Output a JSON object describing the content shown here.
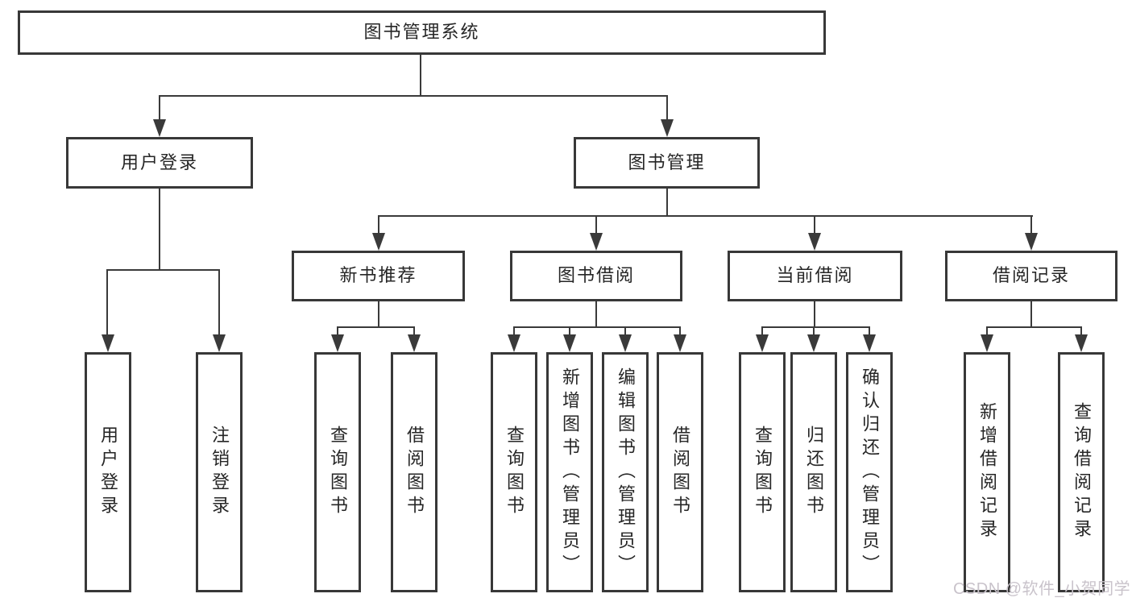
{
  "diagram_title": "图书管理系统",
  "tree": {
    "root": {
      "label": "图书管理系统"
    },
    "branches": [
      {
        "label": "用户登录",
        "leaves": [
          {
            "label": "用户登录"
          },
          {
            "label": "注销登录"
          }
        ]
      },
      {
        "label": "图书管理",
        "sections": [
          {
            "label": "新书推荐",
            "leaves": [
              {
                "label": "查询图书"
              },
              {
                "label": "借阅图书"
              }
            ]
          },
          {
            "label": "图书借阅",
            "leaves": [
              {
                "label": "查询图书"
              },
              {
                "label": "新增图书（管理员）"
              },
              {
                "label": "编辑图书（管理员）"
              },
              {
                "label": "借阅图书"
              }
            ]
          },
          {
            "label": "当前借阅",
            "leaves": [
              {
                "label": "查询图书"
              },
              {
                "label": "归还图书"
              },
              {
                "label": "确认归还（管理员）"
              }
            ]
          },
          {
            "label": "借阅记录",
            "leaves": [
              {
                "label": "新增借阅记录"
              },
              {
                "label": "查询借阅记录"
              }
            ]
          }
        ]
      }
    ]
  },
  "watermark": {
    "text": "CSDN @软件_小贺同学"
  },
  "colors": {
    "line": "#3a3a3a",
    "box_border": "#383838",
    "text": "#262626",
    "watermark": "#c9c3cb",
    "background": "#ffffff"
  }
}
